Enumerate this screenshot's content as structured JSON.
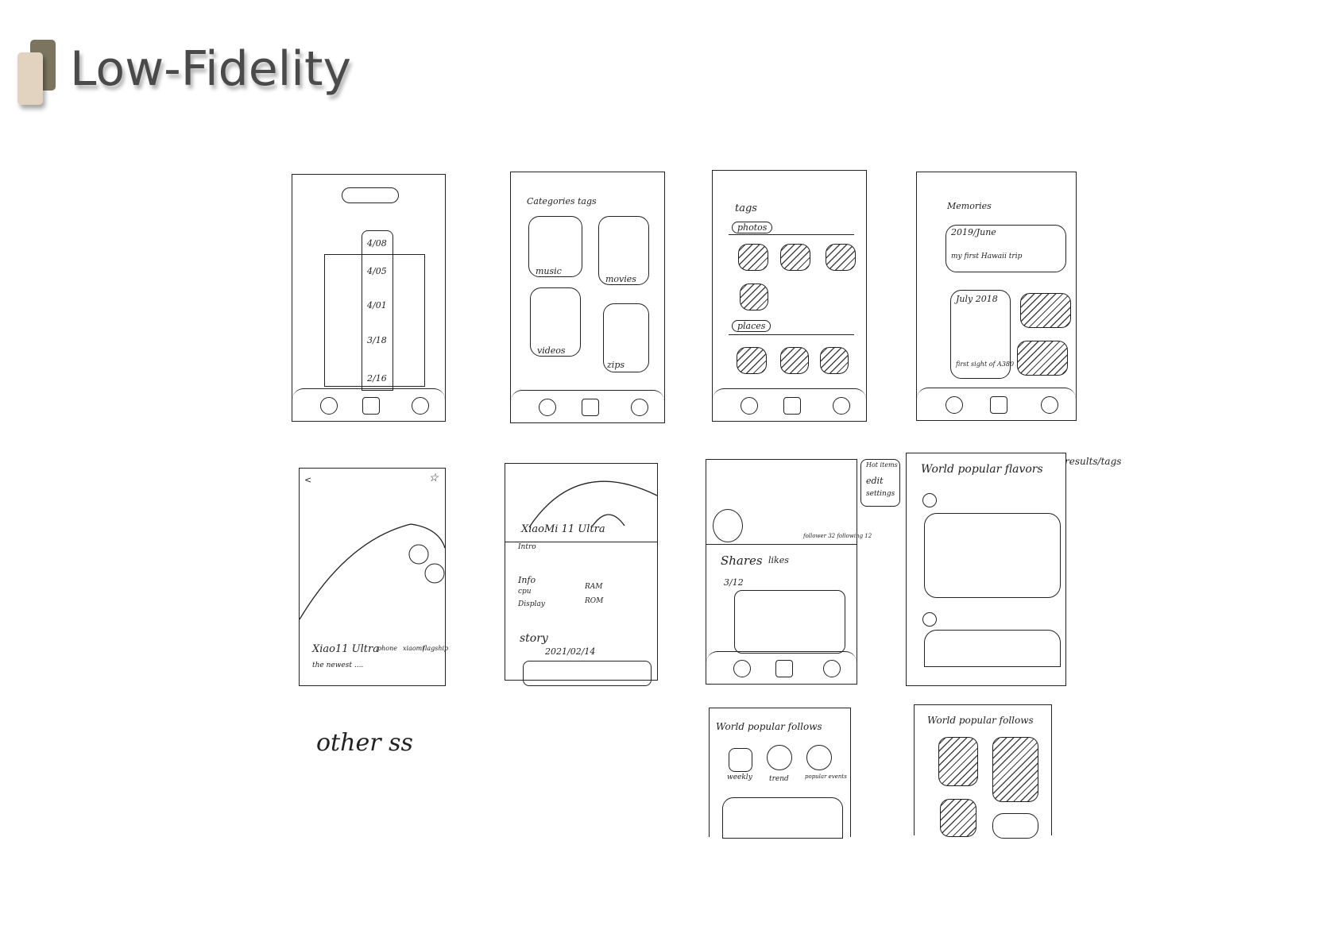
{
  "title": "Low-Fidelity",
  "s1": {
    "dates": [
      "4/08",
      "4/05",
      "4/01",
      "3/18",
      "2/16"
    ]
  },
  "s2": {
    "header": "Categories tags",
    "tiles": [
      "music",
      "movies",
      "videos",
      "zips"
    ]
  },
  "s3": {
    "header": "tags",
    "groups": [
      "photos",
      "places"
    ]
  },
  "s4": {
    "header": "Memories",
    "card1_date": "2019/June",
    "card1_caption": "my first Hawaii trip",
    "card2_date": "July 2018",
    "card2_caption": "first sight of A380"
  },
  "s5": {
    "name": "Xiao11 Ultra",
    "tags": [
      "phone",
      "xiaomi",
      "flagship"
    ],
    "desc": "the newest ...."
  },
  "s6": {
    "name": "XiaoMi 11 Ultra",
    "intro": "Intro",
    "info": "Info",
    "specs": [
      "cpu",
      "RAM",
      "Display",
      "ROM"
    ],
    "story": "story",
    "story_date": "2021/02/14"
  },
  "s7": {
    "stats": "follower 32 following 12",
    "tabs": [
      "Shares",
      "likes"
    ],
    "date": "3/12",
    "menu": [
      "Hot items",
      "edit",
      "settings"
    ]
  },
  "s8": {
    "header": "World popular flavors",
    "note": "results/tags"
  },
  "s9": {
    "header": "World popular follows",
    "items": [
      "weekly",
      "trend",
      "popular events"
    ]
  },
  "s10": {
    "header": "World popular follows"
  },
  "other": "other ss"
}
